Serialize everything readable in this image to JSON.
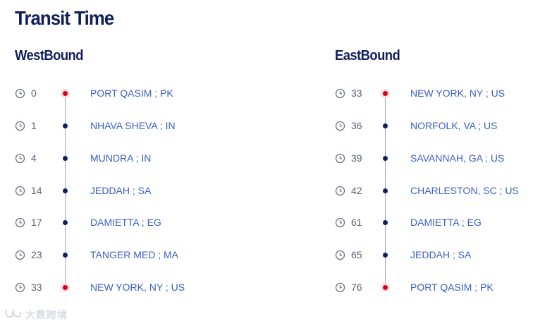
{
  "title": "Transit Time",
  "westbound": {
    "heading": "WestBound",
    "stops": [
      {
        "days": "0",
        "port": "PORT QASIM ; PK"
      },
      {
        "days": "1",
        "port": "NHAVA SHEVA ; IN"
      },
      {
        "days": "4",
        "port": "MUNDRA ; IN"
      },
      {
        "days": "14",
        "port": "JEDDAH ; SA"
      },
      {
        "days": "17",
        "port": "DAMIETTA ; EG"
      },
      {
        "days": "23",
        "port": "TANGER MED ; MA"
      },
      {
        "days": "33",
        "port": "NEW YORK, NY ; US"
      }
    ]
  },
  "eastbound": {
    "heading": "EastBound",
    "stops": [
      {
        "days": "33",
        "port": "NEW YORK, NY ; US"
      },
      {
        "days": "36",
        "port": "NORFOLK, VA ; US"
      },
      {
        "days": "39",
        "port": "SAVANNAH, GA ; US"
      },
      {
        "days": "42",
        "port": "CHARLESTON, SC ; US"
      },
      {
        "days": "61",
        "port": "DAMIETTA ; EG"
      },
      {
        "days": "65",
        "port": "JEDDAH ; SA"
      },
      {
        "days": "76",
        "port": "PORT QASIM ; PK"
      }
    ]
  },
  "watermark": {
    "text": "大数跨境"
  },
  "colors": {
    "heading": "#0f1f5c",
    "port_link": "#3b5ec4",
    "endpoint_dot": "#d8001d",
    "intermediate_dot": "#0f1f5c",
    "timeline_line": "#9aa3c3",
    "days_text": "#5a6170"
  },
  "icons": {
    "duration": "clock-icon",
    "endpoint_marker": "endpoint-dot",
    "stop_marker": "stop-dot"
  }
}
